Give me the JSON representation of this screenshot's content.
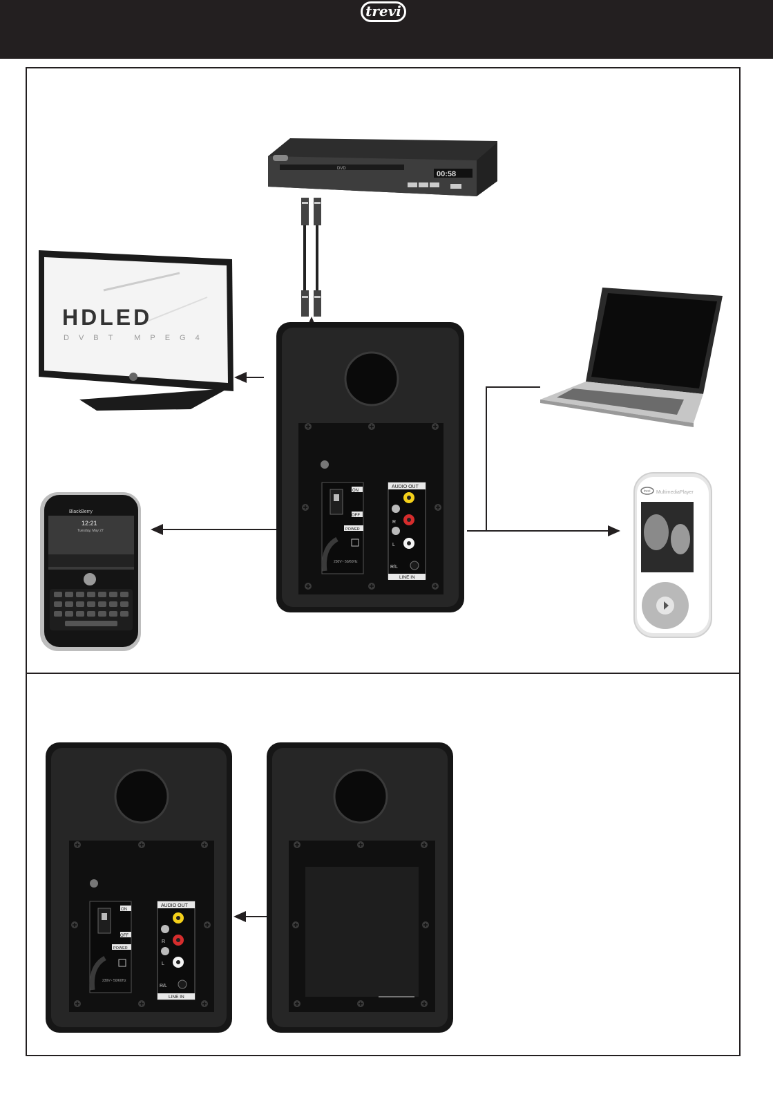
{
  "brand": {
    "logo_text": "trevi"
  },
  "speaker_labels": {
    "audio_out": "AUDIO OUT",
    "line_in": "LINE IN",
    "power": "POWER",
    "on": "ON",
    "off": "OFF",
    "r": "R",
    "l": "L",
    "rl": "R/L",
    "voltage": "230V~ 50/60Hz"
  },
  "tv": {
    "screen_text_main": "HDLED",
    "screen_text_sub": "DVBT MPEG4"
  },
  "dvd": {
    "display": "00:58",
    "label": "DVD"
  },
  "phone": {
    "brand": "BlackBerry",
    "time": "12:21",
    "date": "Tuesday, May 27"
  },
  "player": {
    "brand": "trevi",
    "model": "MultimediaPlayer"
  }
}
